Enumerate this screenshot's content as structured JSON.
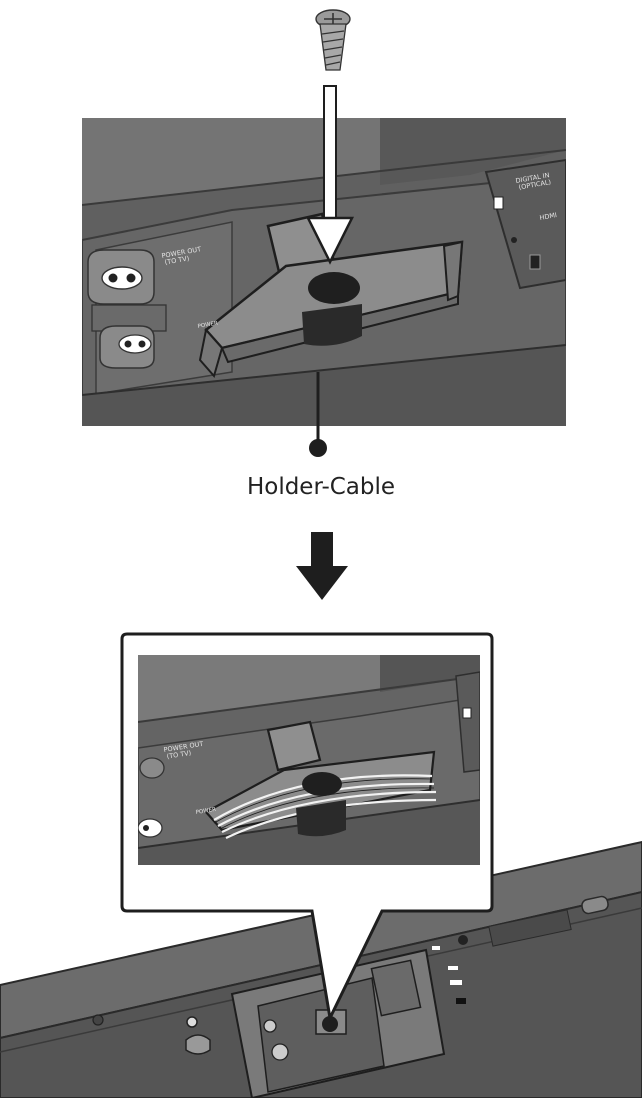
{
  "caption": "Holder-Cable",
  "panel_labels": {
    "power_out": "POWER OUT\n(TO TV)",
    "power": "POWER",
    "digital_in": "DIGITAL IN\n(OPTICAL)"
  }
}
